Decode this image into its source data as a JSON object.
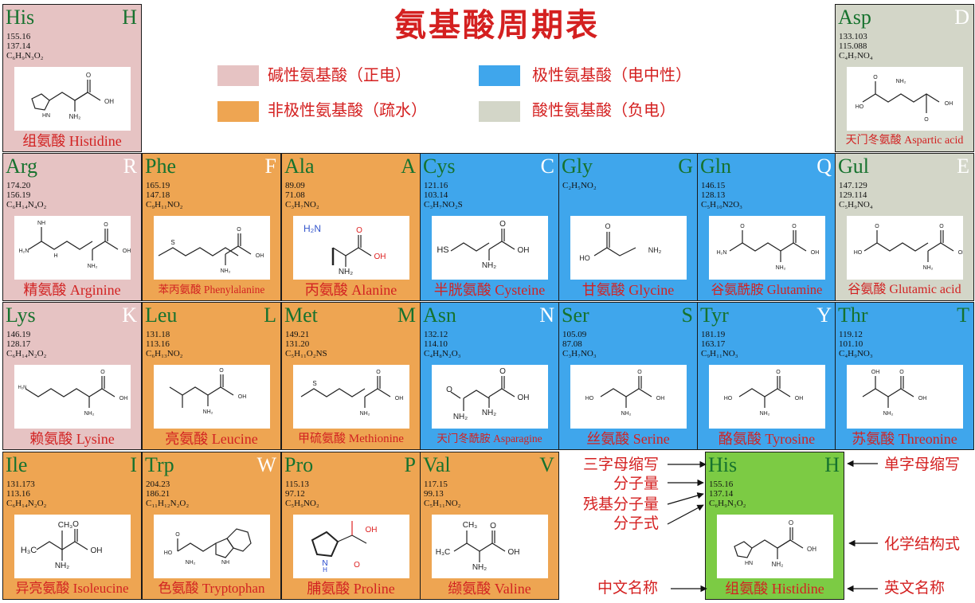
{
  "title": "氨基酸周期表",
  "legend": [
    {
      "label": "碱性氨基酸（正电）",
      "color": "#e6c3c3"
    },
    {
      "label": "极性氨基酸（电中性）",
      "color": "#3fa6ec"
    },
    {
      "label": "非极性氨基酸（疏水）",
      "color": "#eea552"
    },
    {
      "label": "酸性氨基酸（负电）",
      "color": "#d3d6c8"
    }
  ],
  "colors": {
    "basic": "#e6c3c3",
    "nonpolar": "#eea552",
    "polar": "#3fa6ec",
    "acidic": "#d3d6c8",
    "example": "#7ccb44",
    "text_red": "#d42020",
    "abbr_green": "#16722e"
  },
  "amino_acids": [
    {
      "abbr3": "His",
      "abbr1": "H",
      "mw": "155.16",
      "residue_mw": "137.14",
      "formula": "C₆H₉N₃O₂",
      "name": "组氨酸 Histidine",
      "group": "basic",
      "icon": "imidazole-structure"
    },
    {
      "abbr3": "Asp",
      "abbr1": "D",
      "mw": "133.103",
      "residue_mw": "115.088",
      "formula": "C₄H₇NO₄",
      "name": "天门冬氨酸 Aspartic acid",
      "group": "acidic",
      "icon": "aspartate-structure"
    },
    {
      "abbr3": "Arg",
      "abbr1": "R",
      "mw": "174.20",
      "residue_mw": "156.19",
      "formula": "C₆H₁₄N₄O₂",
      "name": "精氨酸 Arginine",
      "group": "basic",
      "icon": "guanidino-structure"
    },
    {
      "abbr3": "Phe",
      "abbr1": "F",
      "mw": "165.19",
      "residue_mw": "147.18",
      "formula": "C₉H₁₁NO₂",
      "name": "苯丙氨酸 Phenylalanine",
      "group": "nonpolar",
      "icon": "thioether-structure"
    },
    {
      "abbr3": "Ala",
      "abbr1": "A",
      "mw": "89.09",
      "residue_mw": "71.08",
      "formula": "C₃H₇NO₂",
      "name": "丙氨酸 Alanine",
      "group": "nonpolar",
      "icon": "alanine-structure"
    },
    {
      "abbr3": "Cys",
      "abbr1": "C",
      "mw": "121.16",
      "residue_mw": "103.14",
      "formula": "C₃H₇NO₂S",
      "name": "半胱氨酸 Cysteine",
      "group": "polar",
      "icon": "thiol-structure"
    },
    {
      "abbr3": "Gly",
      "abbr1": "G",
      "mw": "",
      "residue_mw": "",
      "formula": "C₂H₅NO₂",
      "name": "甘氨酸 Glycine",
      "group": "polar",
      "icon": "glycine-structure"
    },
    {
      "abbr3": "Gln",
      "abbr1": "Q",
      "mw": "146.15",
      "residue_mw": "128.13",
      "formula": "C₅H₁₀N2O₃",
      "name": "谷氨酰胺 Glutamine",
      "group": "polar",
      "icon": "amide-structure"
    },
    {
      "abbr3": "Gul",
      "abbr1": "E",
      "mw": "147.129",
      "residue_mw": "129.114",
      "formula": "C₅H₉NO₄",
      "name": "谷氨酸 Glutamic acid",
      "group": "acidic",
      "icon": "glutamate-structure"
    },
    {
      "abbr3": "Lys",
      "abbr1": "K",
      "mw": "146.19",
      "residue_mw": "128.17",
      "formula": "C₆H₁₄N₂O₂",
      "name": "赖氨酸 Lysine",
      "group": "basic",
      "icon": "lysine-structure"
    },
    {
      "abbr3": "Leu",
      "abbr1": "L",
      "mw": "131.18",
      "residue_mw": "113.16",
      "formula": "C₆H₁₃NO₂",
      "name": "亮氨酸 Leucine",
      "group": "nonpolar",
      "icon": "leucine-structure"
    },
    {
      "abbr3": "Met",
      "abbr1": "M",
      "mw": "149.21",
      "residue_mw": "131.20",
      "formula": "C₅H₁₁O₂NS",
      "name": "甲硫氨酸 Methionine",
      "group": "nonpolar",
      "icon": "methionine-structure"
    },
    {
      "abbr3": "Asn",
      "abbr1": "N",
      "mw": "132.12",
      "residue_mw": "114.10",
      "formula": "C₄H₈N₂O₃",
      "name": "天门冬酰胺 Asparagine",
      "group": "polar",
      "icon": "asparagine-structure"
    },
    {
      "abbr3": "Ser",
      "abbr1": "S",
      "mw": "105.09",
      "residue_mw": "87.08",
      "formula": "C₃H₇NO₃",
      "name": "丝氨酸 Serine",
      "group": "polar",
      "icon": "serine-structure"
    },
    {
      "abbr3": "Tyr",
      "abbr1": "Y",
      "mw": "181.19",
      "residue_mw": "163.17",
      "formula": "C₉H₁₁NO₃",
      "name": "酪氨酸 Tyrosine",
      "group": "polar",
      "icon": "hydroxyl-structure"
    },
    {
      "abbr3": "Thr",
      "abbr1": "T",
      "mw": "119.12",
      "residue_mw": "101.10",
      "formula": "C₄H₉NO₃",
      "name": "苏氨酸 Threonine",
      "group": "polar",
      "icon": "threonine-structure"
    },
    {
      "abbr3": "Ile",
      "abbr1": "I",
      "mw": "131.173",
      "residue_mw": "113.16",
      "formula": "C₆H₁₄N₂O₂",
      "name": "异亮氨酸 Isoleucine",
      "group": "nonpolar",
      "icon": "isoleucine-structure"
    },
    {
      "abbr3": "Trp",
      "abbr1": "W",
      "mw": "204.23",
      "residue_mw": "186.21",
      "formula": "C₁₁H₁₂N₂O₂",
      "name": "色氨酸 Tryptophan",
      "group": "nonpolar",
      "icon": "indole-structure"
    },
    {
      "abbr3": "Pro",
      "abbr1": "P",
      "mw": "115.13",
      "residue_mw": "97.12",
      "formula": "C₅H₉NO₂",
      "name": "脯氨酸 Proline",
      "group": "nonpolar",
      "icon": "proline-structure"
    },
    {
      "abbr3": "Val",
      "abbr1": "V",
      "mw": "117.15",
      "residue_mw": "99.13",
      "formula": "C₅H₁₁NO₂",
      "name": "缬氨酸 Valine",
      "group": "nonpolar",
      "icon": "valine-structure"
    }
  ],
  "example": {
    "abbr3": "His",
    "abbr1": "H",
    "mw": "155.16",
    "residue_mw": "137.14",
    "formula": "C₆H₉N₃O₂",
    "name": "组氨酸 Histidine",
    "icon": "imidazole-structure"
  },
  "annotations": {
    "three_letter": "三字母缩写",
    "molecular_weight": "分子量",
    "residue_weight": "残基分子量",
    "formula": "分子式",
    "chinese_name": "中文名称",
    "one_letter": "单字母缩写",
    "structure": "化学结构式",
    "english_name": "英文名称"
  },
  "structure_labels": {
    "OH": "OH",
    "O": "O",
    "NH2": "NH₂",
    "NH": "NH",
    "HN": "HN",
    "HO": "HO",
    "H2N": "H₂N",
    "HS": "HS",
    "S": "S",
    "CH3": "CH₃",
    "H3C": "H₃C",
    "N": "N",
    "H": "H"
  }
}
